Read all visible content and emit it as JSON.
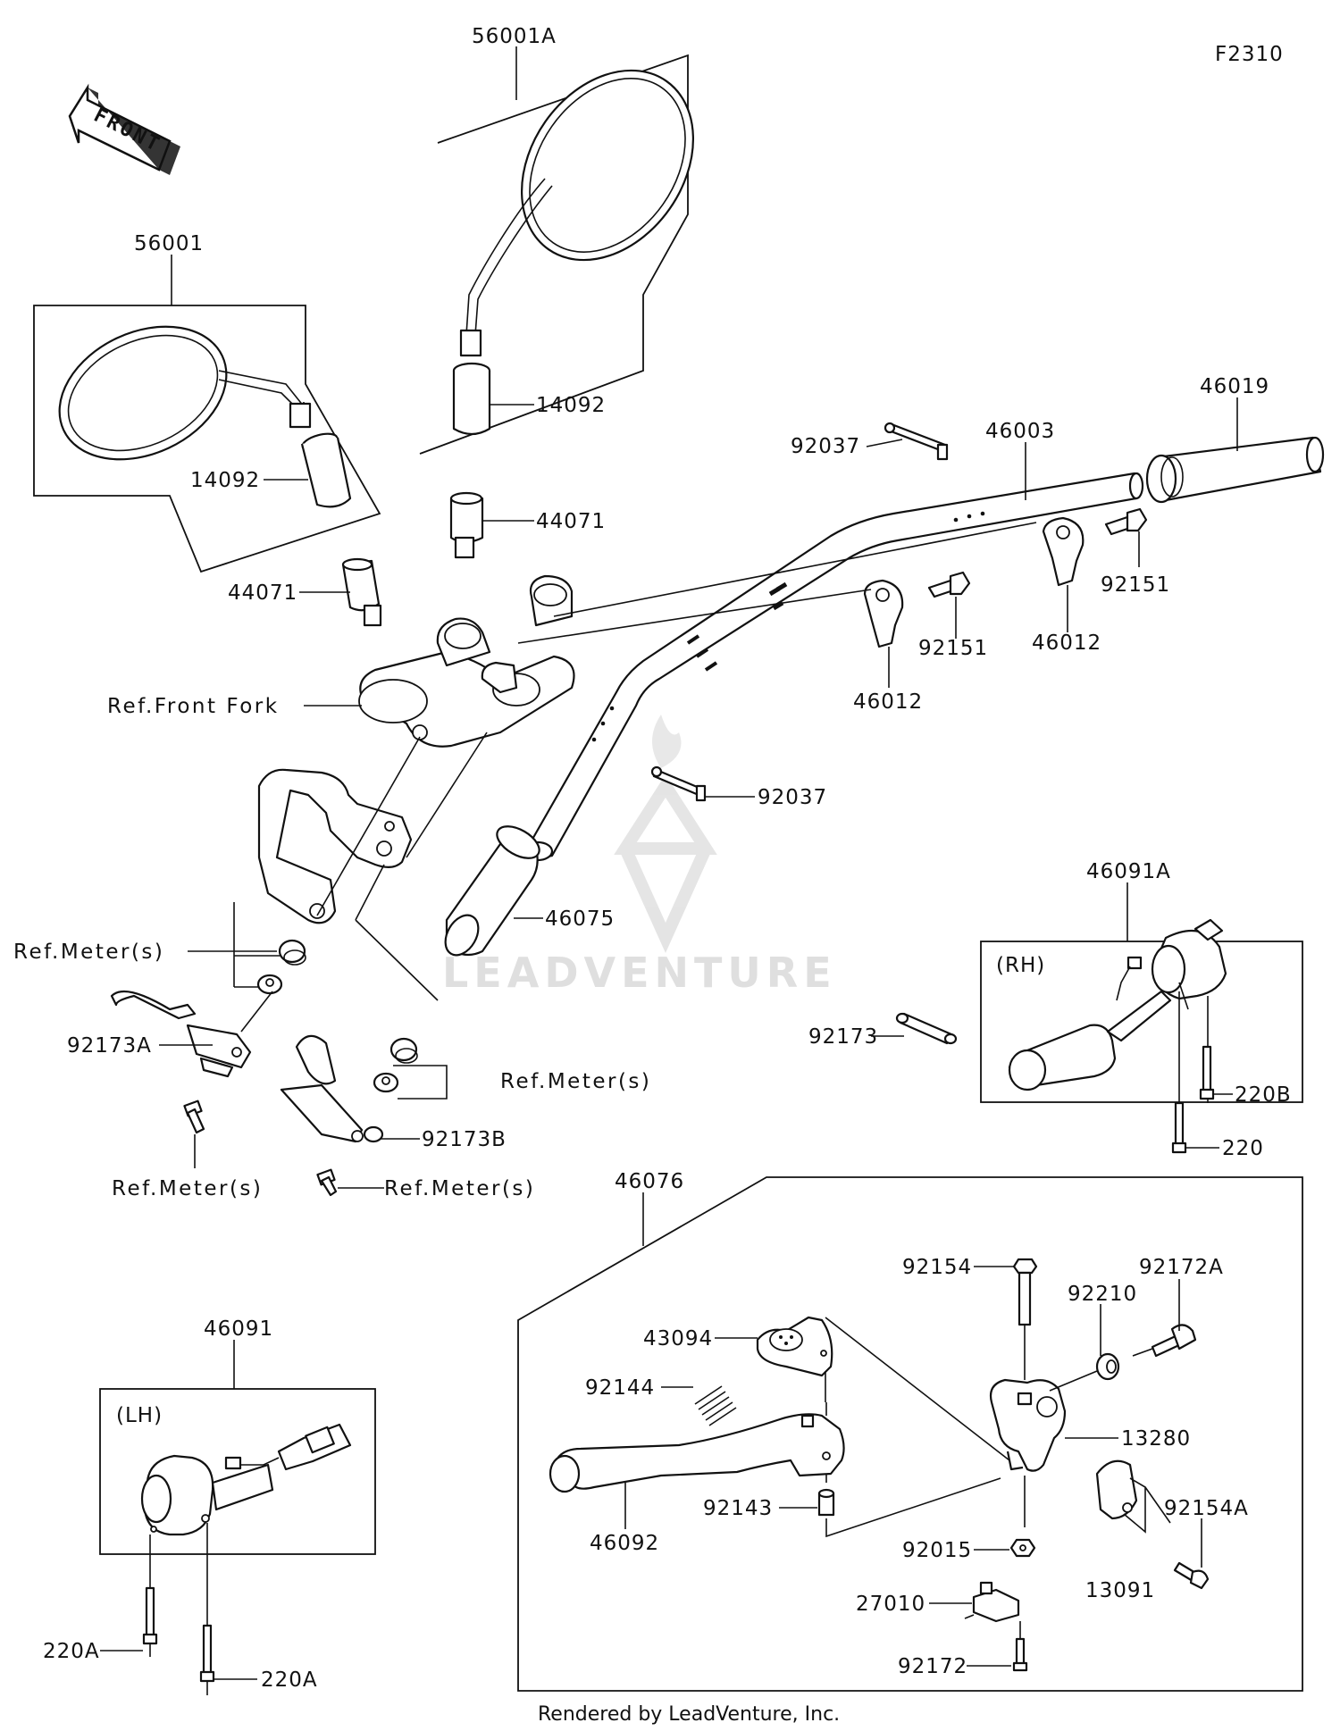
{
  "figure_code": "F2310",
  "front_arrow_label": "FRONT",
  "watermark": "LEADVENTURE",
  "footer_text": "Rendered by LeadVenture, Inc.",
  "colors": {
    "line": "#111111",
    "background": "#ffffff",
    "watermark": "#dcdcdc"
  },
  "boxes": {
    "rh": "(RH)",
    "lh": "(LH)"
  },
  "labels": {
    "p56001A": "56001A",
    "p56001": "56001",
    "p14092_a": "14092",
    "p14092_b": "14092",
    "p44071_a": "44071",
    "p44071_b": "44071",
    "p46019": "46019",
    "p92037_a": "92037",
    "p46003": "46003",
    "p92151_a": "92151",
    "p46012_a": "46012",
    "p92151_b": "92151",
    "p46012_b": "46012",
    "ref_front_fork": "Ref.Front Fork",
    "p92037_b": "92037",
    "p46091A": "46091A",
    "p46075": "46075",
    "ref_meters_1": "Ref.Meter(s)",
    "p92173A": "92173A",
    "p92173": "92173",
    "ref_meters_2": "Ref.Meter(s)",
    "p220B": "220B",
    "p92173B": "92173B",
    "p220": "220",
    "ref_meters_3": "Ref.Meter(s)",
    "ref_meters_4": "Ref.Meter(s)",
    "p46076": "46076",
    "p92154": "92154",
    "p92172A": "92172A",
    "p92210": "92210",
    "p43094": "43094",
    "p46091": "46091",
    "p92144": "92144",
    "p13280": "13280",
    "p92143": "92143",
    "p92154A": "92154A",
    "p46092": "46092",
    "p92015": "92015",
    "p13091": "13091",
    "p27010": "27010",
    "p220A_a": "220A",
    "p220A_b": "220A",
    "p92172": "92172"
  }
}
